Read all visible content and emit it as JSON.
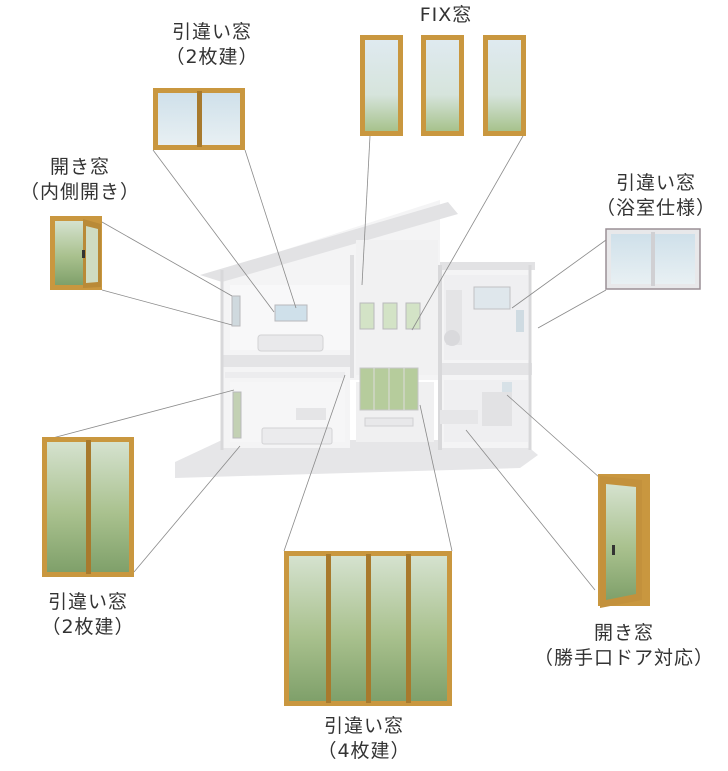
{
  "labels": {
    "top_slider": {
      "line1": "引違い窓",
      "line2": "（2枚建）"
    },
    "fix": {
      "line1": "FIX窓"
    },
    "casement_inward": {
      "line1": "開き窓",
      "line2": "（内側開き）"
    },
    "bathroom_slider": {
      "line1": "引違い窓",
      "line2": "（浴室仕様）"
    },
    "left_slider": {
      "line1": "引違い窓",
      "line2": "（2枚建）"
    },
    "backdoor": {
      "line1": "開き窓",
      "line2": "（勝手口ドア対応）"
    },
    "bottom_slider": {
      "line1": "引違い窓",
      "line2": "（4枚建）"
    }
  },
  "colors": {
    "frame_wood": "#c9973f",
    "frame_wood_dark": "#9c6f26",
    "frame_white": "#e8e8ea",
    "glass_sky": "#d7e6ef",
    "glass_green": "#b9cda0",
    "house_wall": "#f2f2f3",
    "house_shadow": "#dcdcde",
    "leader_line": "#8a8a8a"
  }
}
